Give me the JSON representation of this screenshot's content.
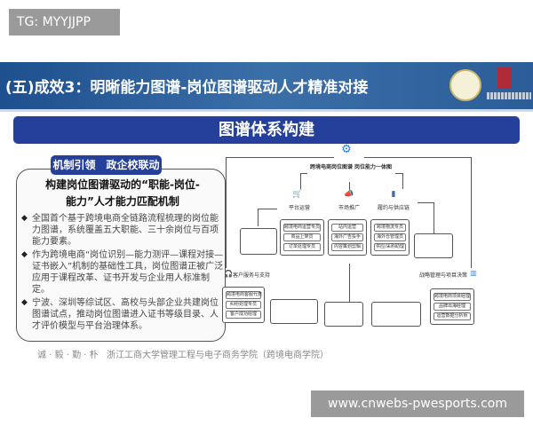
{
  "overlay_top": "TG: MYYJJPP",
  "overlay_bottom": "www.cnwebs-pwesports.com",
  "slide": {
    "title": "(五)成效3：明晰能力图谱-岗位图谱驱动人才精准对接",
    "section_title": "图谱体系构建",
    "tag": "机制引领　政企校联动",
    "heading_line1": "构建岗位图谱驱动的“职能-岗位-",
    "heading_line2": "能力”人才能力匹配机制",
    "bullets": [
      "全国首个基于跨境电商全链路流程梳理的岗位能力图谱，系统覆盖五大职能、三十余岗位与百项能力要素。",
      "作为跨境电商“岗位识别—能力测评—课程对接—证书嵌入”机制的基础性工具，岗位图谱正被广泛应用于课程改革、证书开发与企业用人标准制定。",
      "宁波、深圳等综试区、高校与头部企业共建岗位图谱试点，推动岗位图谱进入证书等级目录、人才评价模型与平台治理体系。"
    ],
    "footer_motto": "诚 · 毅 · 勤 · 朴",
    "footer_school": "浙江工商大学管理工程与电子商务学院（跨境电商学院）",
    "diagram": {
      "root": "跨境电商岗位图谱 岗位能力一体图",
      "functions": [
        "平台运营",
        "市场推广",
        "履约与供应链",
        "客户服务与支持",
        "战略管理与项目决策"
      ],
      "icons": [
        "gear-icon",
        "cart-icon",
        "megaphone-icon",
        "tablet-icon",
        "headset-icon",
        "bar-chart-icon"
      ],
      "boxes": {
        "platform": [
          "跨境电商运营专员",
          "商品上架员",
          "订单处理专员"
        ],
        "marketing": [
          "站内运营",
          "海外广告投手",
          "内容策划剪辑"
        ],
        "supply": [
          "跨境物流专员",
          "海外仓管理员",
          "供应/采购助理"
        ],
        "service": [
          "跨境电商客服代表",
          "纠纷处理专员",
          "客户成功经理"
        ],
        "strategy": [
          "跨境电商项目经理",
          "品牌出海经理",
          "运营数据分析师"
        ]
      }
    }
  }
}
